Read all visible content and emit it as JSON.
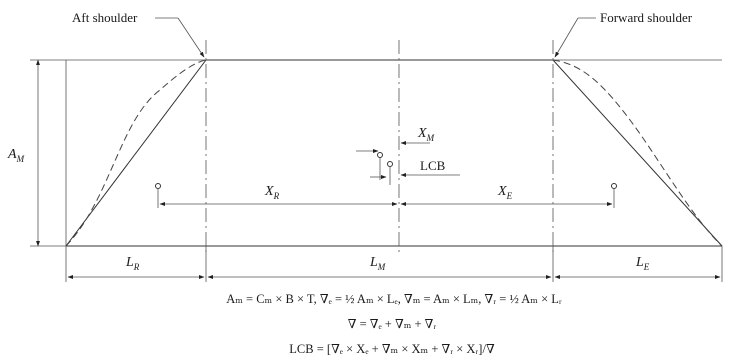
{
  "labels": {
    "aft_shoulder": "Aft shoulder",
    "forward_shoulder": "Forward shoulder",
    "am_base": "A",
    "am_sub": "M",
    "xm_base": "X",
    "xm_sub": "M",
    "lcb": "LCB",
    "xr_base": "X",
    "xr_sub": "R",
    "xe_base": "X",
    "xe_sub": "E",
    "lr_base": "L",
    "lr_sub": "R",
    "lm_base": "L",
    "lm_sub": "M",
    "le_base": "L",
    "le_sub": "E"
  },
  "equations": {
    "line1": "Aₘ = Cₘ × B × T,  ∇ₑ = ½ Aₘ × Lₑ,  ∇ₘ = Aₘ × Lₘ,  ∇ᵣ = ½ Aₘ × Lᵣ",
    "line2": "∇ = ∇ₑ + ∇ₘ + ∇ᵣ",
    "line3": "LCB = [∇ₑ × Xₑ + ∇ₘ × Xₘ + ∇ᵣ × Xᵣ]/∇"
  }
}
